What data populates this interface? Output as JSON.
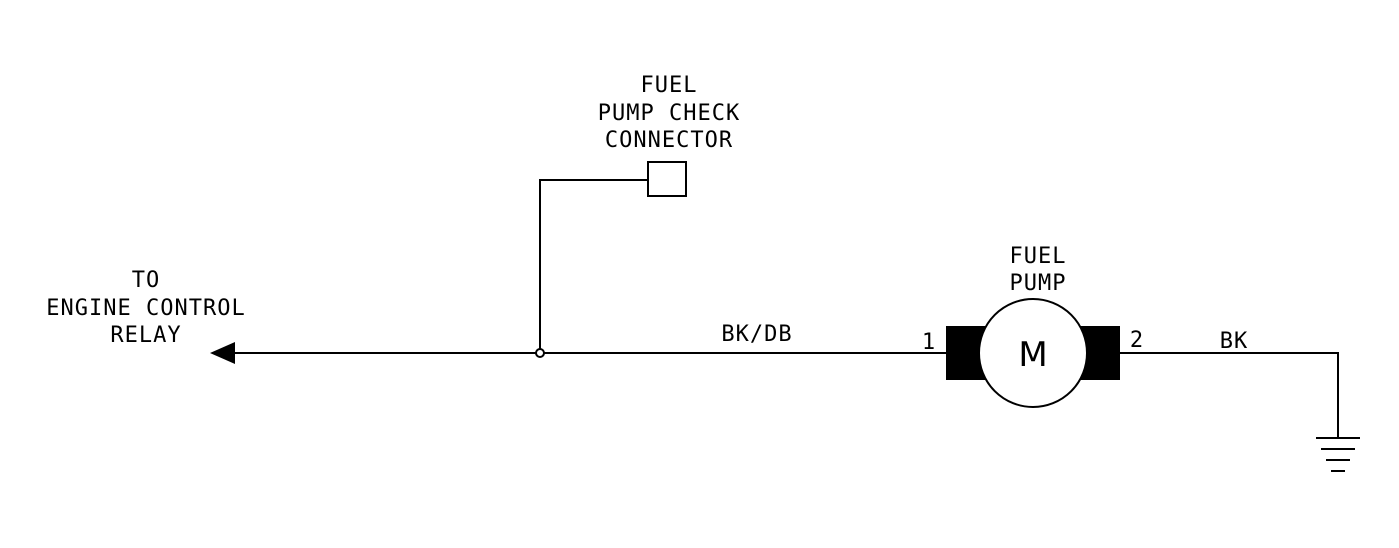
{
  "destination": {
    "line1": "TO",
    "line2": "ENGINE CONTROL",
    "line3": "RELAY"
  },
  "check_connector": {
    "line1": "FUEL",
    "line2": "PUMP CHECK",
    "line3": "CONNECTOR"
  },
  "fuel_pump": {
    "line1": "FUEL",
    "line2": "PUMP",
    "motor_symbol": "M",
    "pin1": "1",
    "pin2": "2"
  },
  "wires": {
    "supply_color_code": "BK/DB",
    "ground_color_code": "BK"
  }
}
